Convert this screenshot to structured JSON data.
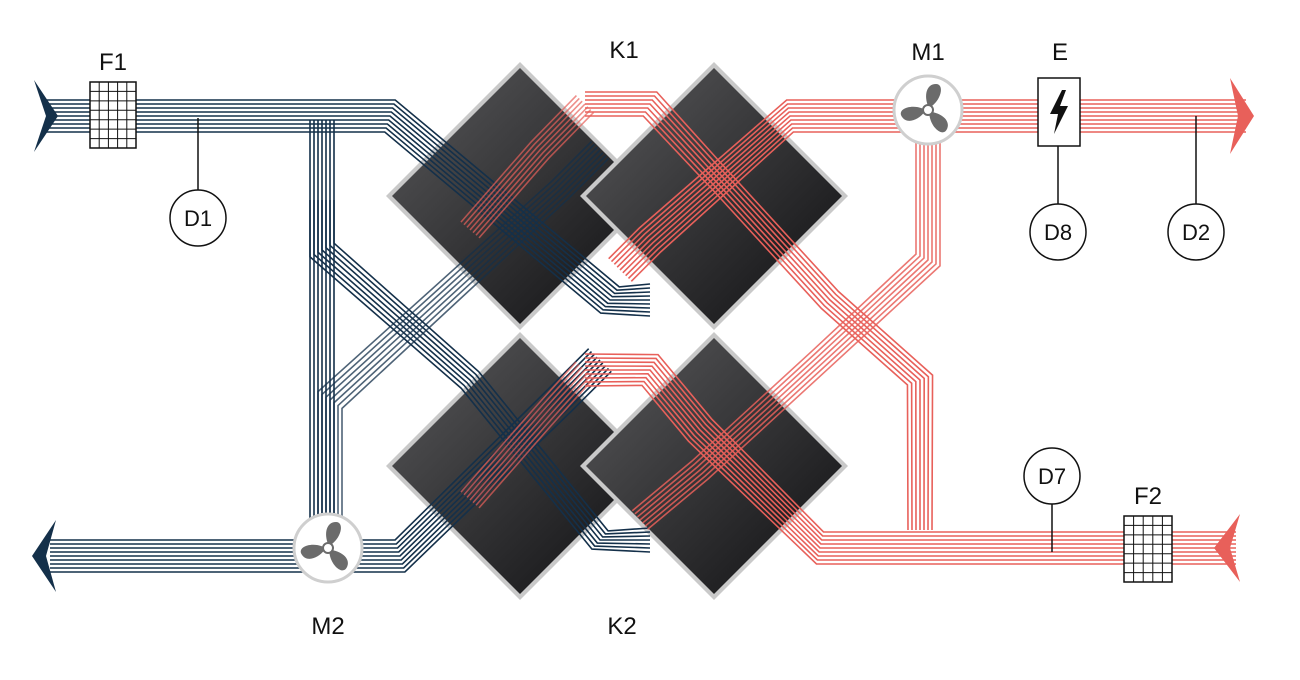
{
  "labels": {
    "k1": "K1",
    "k2": "K2",
    "m1": "M1",
    "m2": "M2",
    "e": "E",
    "f1": "F1",
    "f2": "F2"
  },
  "sensors": {
    "d1": "D1",
    "d2": "D2",
    "d7": "D7",
    "d8": "D8"
  },
  "colors": {
    "cold_stream": "#14304a",
    "warm_stream": "#e8605a",
    "exchanger_dark": "#1c1c1e",
    "exchanger_light": "#4a4a4c",
    "exchanger_border": "#c9c9c9",
    "fan_icon": "#6b6b6b"
  },
  "icons": {
    "fan": "fan-icon",
    "heater": "lightning-bolt-icon",
    "filter": "filter-grid-icon"
  }
}
